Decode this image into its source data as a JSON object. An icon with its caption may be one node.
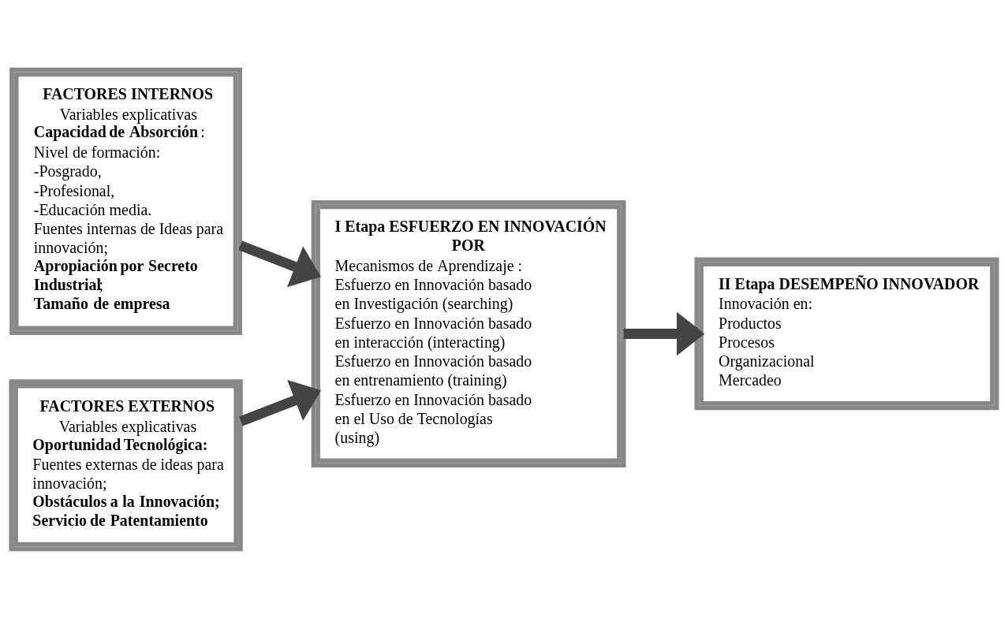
{
  "diagram": {
    "nodes": [
      {
        "text": [
          "FACTORES INTERNOS",
          "Variables explicativas",
          "**Capacidad de Absorción** :",
          "Nivel de formación:",
          "-Posgrado,",
          "-Profesional,",
          "-Educación media.",
          "Fuentes internas de Ideas para innovación;",
          "**Apropiación por Secreto Industrial**;",
          "**Tamaño de empresa**"
        ]
      },
      {
        "text": [
          "FACTORES EXTERNOS",
          "Variables explicativas",
          "**Oportunidad Tecnológica:**",
          "Fuentes externas de ideas para innovación;",
          "**Obstáculos a la Innovación;**",
          "**Servicio de Patentamiento**"
        ]
      },
      {
        "text": [
          "I Etapa ESFUERZO EN INNOVACIÓN POR",
          "Mecanismos de Aprendizaje :",
          "Esfuerzo en Innovación basado en Investigación (searching)",
          "Esfuerzo en Innovación basado en interacción (interacting)",
          "Esfuerzo en Innovación basado en entrenamiento (training)",
          "Esfuerzo en Innovación basado en el Uso de Tecnologías (using)"
        ]
      },
      {
        "text": [
          "II Etapa DESEMPEÑO INNOVADOR",
          "Innovación en:",
          "Productos",
          "Procesos",
          "Organizacional",
          "Mercadeo"
        ]
      }
    ],
    "edges": [
      {
        "from": 0,
        "to": 2,
        "arrow": "to"
      },
      {
        "from": 1,
        "to": 2,
        "arrow": "to"
      },
      {
        "from": 2,
        "to": 3,
        "arrow": "to"
      }
    ]
  }
}
